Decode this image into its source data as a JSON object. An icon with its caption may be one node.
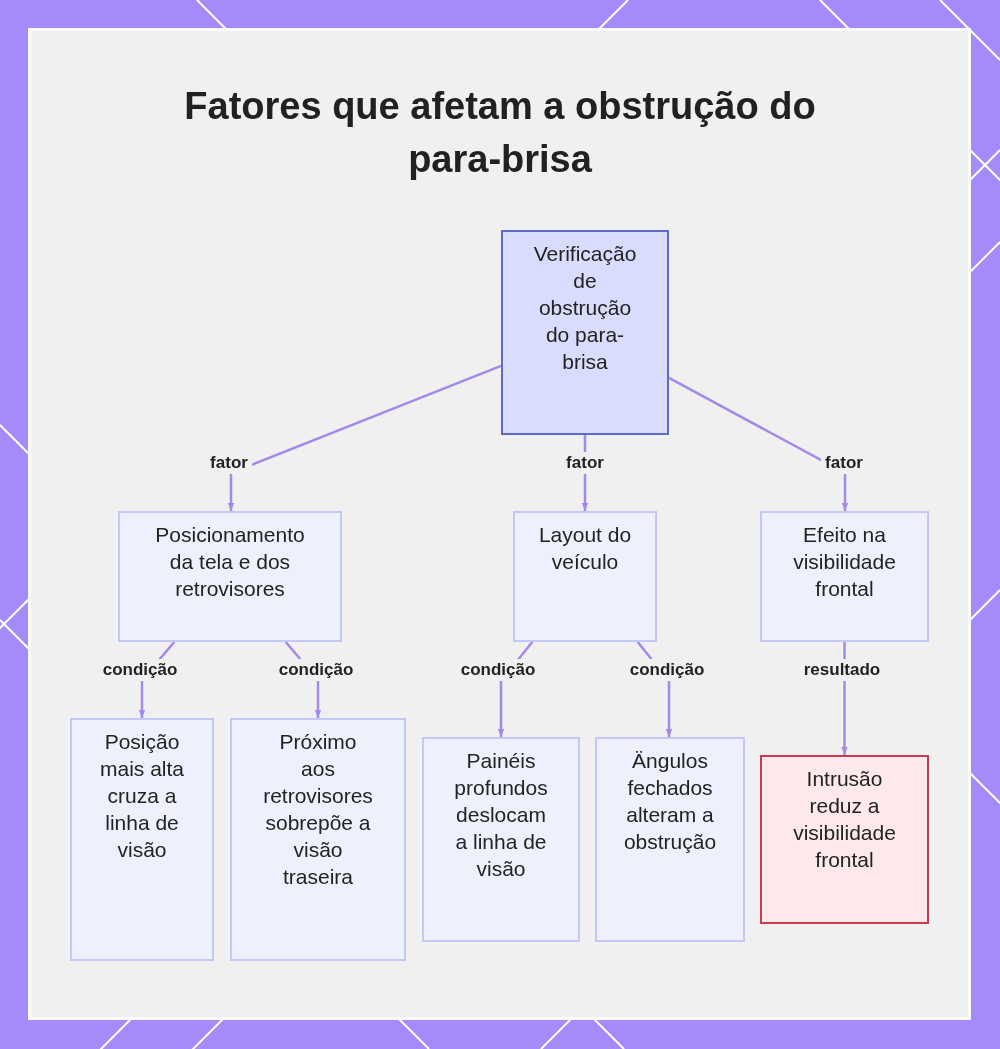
{
  "diagram": {
    "title": "Fatores que afetam a obstrução do para-brisa",
    "nodes": [
      {
        "text": [
          "Verificação de obstrução do para-brisa"
        ]
      },
      {
        "text": [
          "Posicionamento da tela e dos retrovisores"
        ]
      },
      {
        "text": [
          "Layout do veículo"
        ]
      },
      {
        "text": [
          "Efeito na visibilidade frontal"
        ]
      },
      {
        "text": [
          "Posição mais alta cruza a linha de visão"
        ]
      },
      {
        "text": [
          "Próximo aos retrovisores sobrepõe a visão traseira"
        ]
      },
      {
        "text": [
          "Painéis profundos deslocam a linha de visão"
        ]
      },
      {
        "text": [
          "Ängulos fechados alteram a obstrução"
        ]
      },
      {
        "text": [
          "Intrusão reduz a visibilidade frontal"
        ]
      }
    ],
    "edges": [
      {
        "from": 0,
        "to": 1,
        "arrow": "to",
        "label": "fator"
      },
      {
        "from": 0,
        "to": 2,
        "arrow": "to",
        "label": "fator"
      },
      {
        "from": 0,
        "to": 3,
        "arrow": "to",
        "label": "fator"
      },
      {
        "from": 1,
        "to": 4,
        "arrow": "to",
        "label": "condição"
      },
      {
        "from": 1,
        "to": 5,
        "arrow": "to",
        "label": "condição"
      },
      {
        "from": 2,
        "to": 6,
        "arrow": "to",
        "label": "condição"
      },
      {
        "from": 2,
        "to": 7,
        "arrow": "to",
        "label": "condição"
      },
      {
        "from": 3,
        "to": 8,
        "arrow": "to",
        "label": "resultado"
      }
    ]
  }
}
